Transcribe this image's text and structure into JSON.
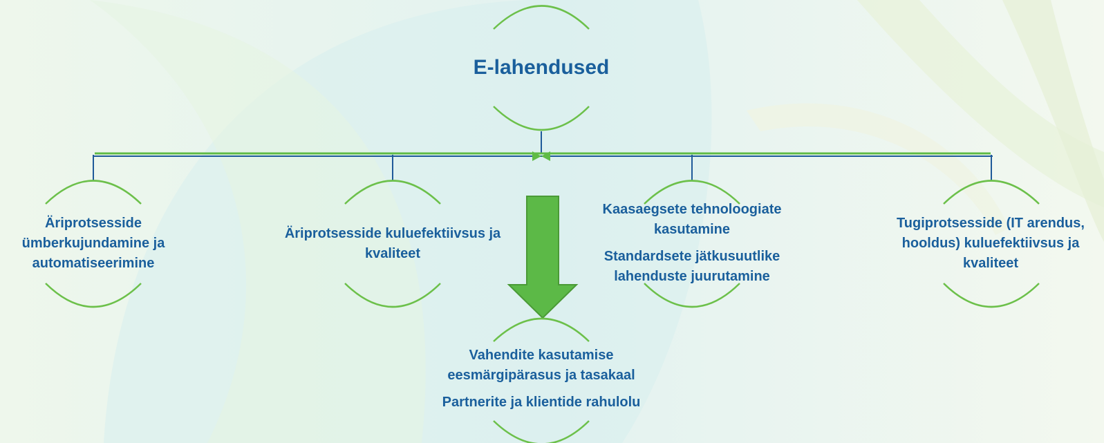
{
  "title": "E-lahendused",
  "branches": [
    {
      "text": "Äriprotsesside ümberkujundamine ja automatiseerimine"
    },
    {
      "text": "Äriprotsesside kuluefektiivsus ja kvaliteet"
    },
    {
      "lines": [
        "Kaasaegsete tehnoloogiate kasutamine",
        "Standardsete jätkusuutlike lahenduste juurutamine"
      ]
    },
    {
      "text": "Tugiprotsesside (IT arendus, hooldus) kuluefektiivsus ja kvaliteet"
    }
  ],
  "outcome": {
    "lines": [
      "Vahendite kasutamise eesmärgipärasus ja tasakaal",
      "Partnerite ja klientide rahulolu"
    ]
  },
  "colors": {
    "text": "#1a5f9c",
    "connector_blue": "#1f5a99",
    "connector_green": "#5fbb46",
    "arc": "#6cc04a",
    "arrow_fill": "#5cb947",
    "arrow_stroke": "#4a9a36"
  }
}
